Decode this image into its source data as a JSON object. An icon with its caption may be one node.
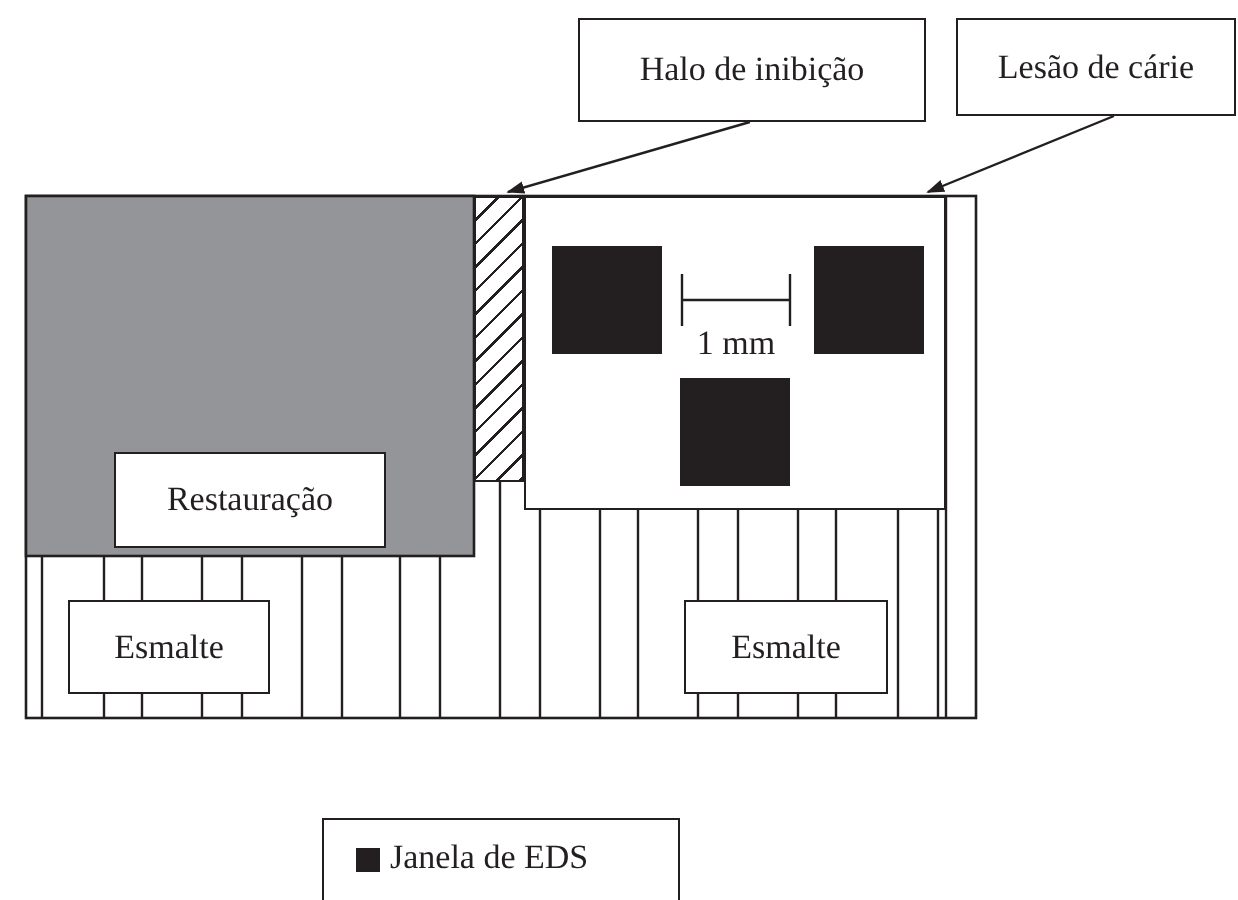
{
  "diagram": {
    "nodes": [
      {
        "text": [
          "Halo de inibição"
        ]
      },
      {
        "text": [
          "Lesão de cárie"
        ]
      },
      {
        "text": [],
        "shape": "box"
      },
      {
        "text": [],
        "shape": "box"
      },
      {
        "text": [
          "Restauração"
        ]
      },
      {
        "text": [
          "Esmalte"
        ]
      },
      {
        "text": [
          "Esmalte"
        ]
      }
    ],
    "edges": [
      {
        "from": 0,
        "to": 2,
        "arrow": "to"
      },
      {
        "from": 1,
        "to": 3,
        "arrow": "to"
      }
    ],
    "labels": [
      "1 mm"
    ],
    "legend": [
      {
        "text": "Janela de EDS",
        "color": "#231f20"
      }
    ]
  }
}
